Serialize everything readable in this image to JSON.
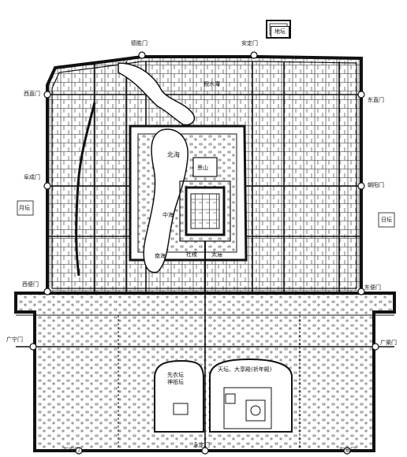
{
  "map": {
    "gates": {
      "deshengmen": "德胜门",
      "andingmen": "安定门",
      "xizhimen": "西直门",
      "dongzhimen": "东直门",
      "fuchengmen": "阜成门",
      "chaoyangmen": "朝阳门",
      "xibianmen": "西便门",
      "dongbianmen": "东便门",
      "guanganmen": "广宁门",
      "guangqumen": "广渠门",
      "youanmen": "右安门",
      "yongdingmen": "永定门",
      "zuoanmen": "左安门"
    },
    "altars": {
      "ditan": "地坛",
      "yuetan": "月坛",
      "ritan": "日坛",
      "xiannongtan": "先农坛\n神祇坛",
      "tiantan": "天坛、大享殿(祈年殿)"
    },
    "lakes": {
      "beihai": "北海",
      "zhonghai": "中海",
      "nanhai": "南海",
      "jingshan": "景山",
      "shichahai": "积水潭"
    },
    "places": {
      "shejitan": "社稷",
      "taimiao": "太庙"
    }
  }
}
